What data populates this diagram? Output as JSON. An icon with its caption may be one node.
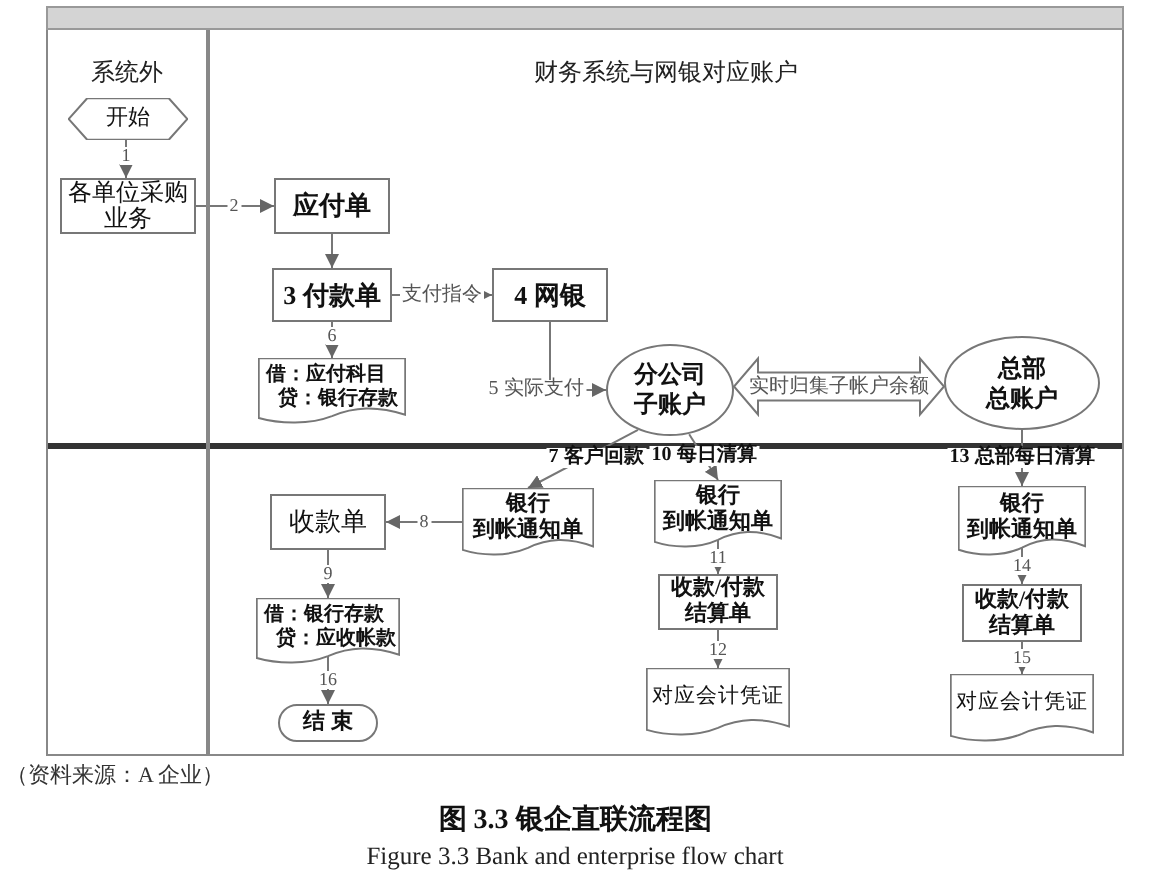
{
  "diagram": {
    "title": "图 3.3 银企直联流程图",
    "caption": "Figure 3.3 Bank and enterprise flow chart",
    "nodes": [
      {
        "text": [
          "系统外"
        ]
      },
      {
        "text": [
          "财务系统与网银对应账户"
        ]
      },
      {
        "text": [
          "开始"
        ],
        "in": 0
      },
      {
        "text": [
          "各单位采购业务"
        ],
        "in": 0
      },
      {
        "text": [
          "应付单"
        ],
        "in": 1
      },
      {
        "text": [
          "3 付款单"
        ],
        "in": 1
      },
      {
        "text": [
          "4 网银"
        ],
        "in": 1
      },
      {
        "text": [
          "借：应付科目",
          "贷：银行存款"
        ],
        "in": 1
      },
      {
        "text": [
          "分公司",
          "子账户"
        ],
        "in": 1
      },
      {
        "text": [
          "总部",
          "总账户"
        ],
        "in": 1
      },
      {
        "text": [
          "收款单"
        ],
        "in": 1
      },
      {
        "text": [
          "银行",
          "到帐通知单"
        ],
        "in": 1
      },
      {
        "text": [
          "借：银行存款",
          "贷：应收帐款"
        ],
        "in": 1
      },
      {
        "text": [
          "结束"
        ],
        "in": 1
      },
      {
        "text": [
          "银行",
          "到帐通知单"
        ],
        "in": 1
      },
      {
        "text": [
          "收款/付款结算单"
        ],
        "in": 1
      },
      {
        "text": [
          "对应会计凭证"
        ],
        "in": 1
      },
      {
        "text": [
          "银行",
          "到帐通知单"
        ],
        "in": 1
      },
      {
        "text": [
          "收款/付款结算单"
        ],
        "in": 1
      },
      {
        "text": [
          "对应会计凭证"
        ],
        "in": 1
      }
    ],
    "edges": [
      {
        "from": 2,
        "to": 3,
        "arrow": "to",
        "label": "1"
      },
      {
        "from": 3,
        "to": 4,
        "arrow": "to",
        "label": "2"
      },
      {
        "from": 4,
        "to": 5,
        "arrow": "to"
      },
      {
        "from": 5,
        "to": 6,
        "arrow": "to",
        "label": "支付指令"
      },
      {
        "from": 5,
        "to": 7,
        "arrow": "to",
        "label": "6"
      },
      {
        "from": 6,
        "to": 8,
        "arrow": "to",
        "label": "5 实际支付"
      },
      {
        "from": 8,
        "to": 9,
        "arrow": "both",
        "label": "实时归集子帐户余额",
        "style": "thick"
      },
      {
        "from": 8,
        "to": 11,
        "arrow": "to",
        "label": "7 客户回款"
      },
      {
        "from": 11,
        "to": 10,
        "arrow": "to",
        "label": "8"
      },
      {
        "from": 10,
        "to": 12,
        "arrow": "to",
        "label": "9"
      },
      {
        "from": 12,
        "to": 13,
        "arrow": "to",
        "label": "16"
      },
      {
        "from": 8,
        "to": 14,
        "arrow": "to",
        "label": "10 每日清算"
      },
      {
        "from": 14,
        "to": 15,
        "arrow": "to",
        "label": "11"
      },
      {
        "from": 15,
        "to": 16,
        "arrow": "to",
        "label": "12"
      },
      {
        "from": 9,
        "to": 17,
        "arrow": "to",
        "label": "13 总部每日清算"
      },
      {
        "from": 17,
        "to": 18,
        "arrow": "to",
        "label": "14"
      },
      {
        "from": 18,
        "to": 19,
        "arrow": "to",
        "label": "15"
      }
    ],
    "labels": [
      "（资料来源：A 企业）"
    ]
  }
}
